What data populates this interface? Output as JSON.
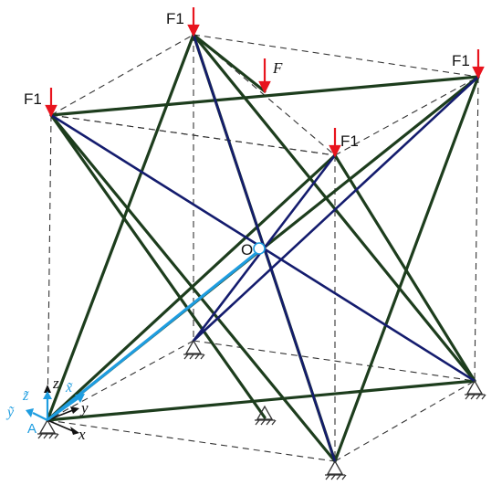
{
  "labels": {
    "force_top": "F1",
    "force_left": "F1",
    "force_right": "F1",
    "force_front": "F1",
    "force_mid_f": "F",
    "force_mid_1": "",
    "center": "O",
    "origin": "A",
    "axis_x": "x",
    "axis_y": "y",
    "axis_z": "z",
    "local_x": "x̃",
    "local_y": "ỹ",
    "local_z": "z̃"
  },
  "colors": {
    "bar_outer": "#1d3d1d",
    "bar_inner": "#141c6e",
    "vector": "#1e9de0",
    "force": "#e8141e",
    "dashed": "#333333"
  }
}
